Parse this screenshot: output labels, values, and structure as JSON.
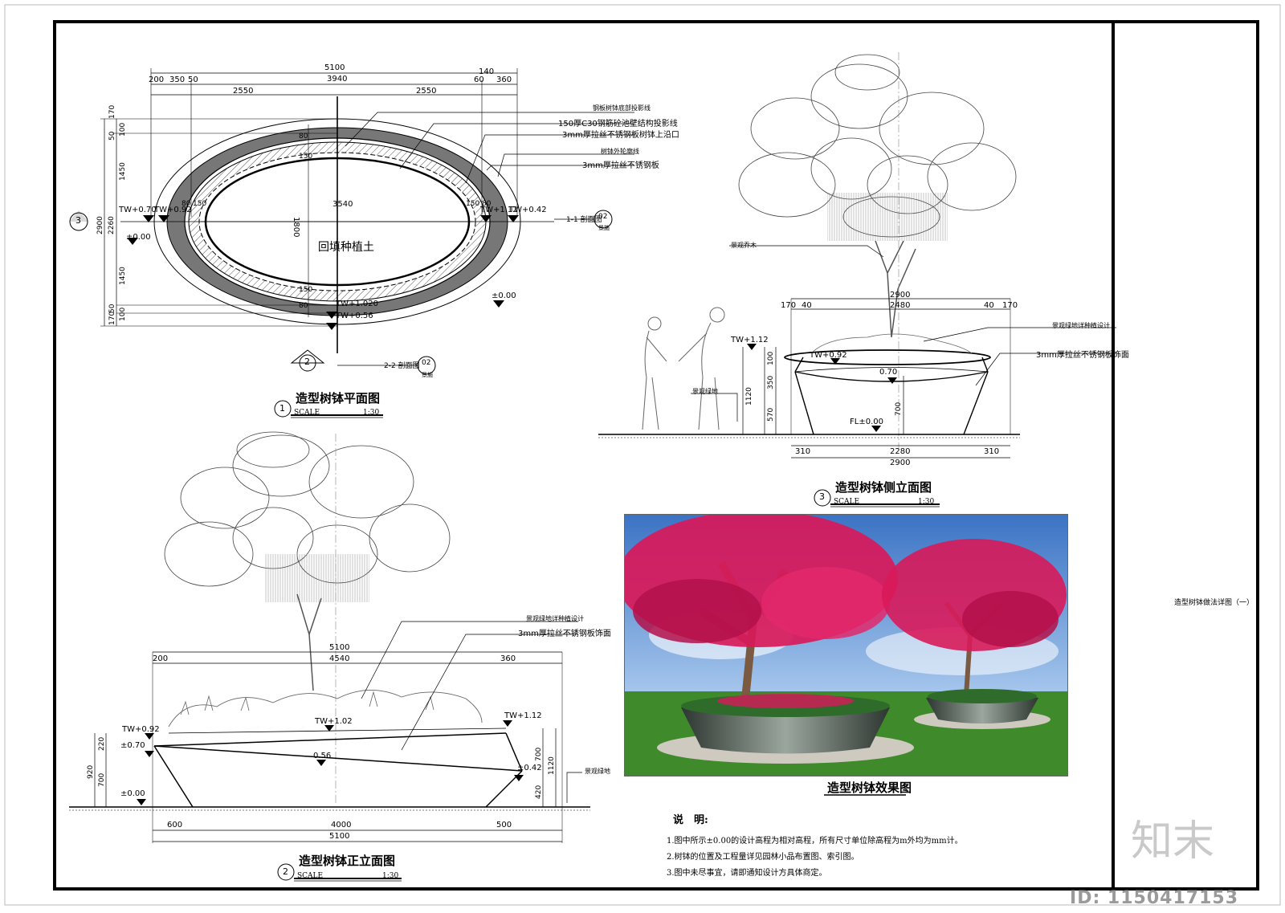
{
  "sheet": {
    "drawing_title": "造型树钵做法详图（一）",
    "watermark_id": "ID: 1150417153",
    "logo": "知末"
  },
  "plan": {
    "number": "1",
    "title": "造型树钵平面图",
    "scale_label": "SCALE",
    "scale_value": "1:30",
    "center_text": "回填种植土",
    "top_dims": [
      "5100",
      "200",
      "350",
      "50",
      "3940",
      "140",
      "60",
      "360",
      "2550",
      "2550"
    ],
    "inner_width": "3540",
    "inner_height": "1800",
    "left_dims": [
      "170",
      "50",
      "100",
      "1450",
      "2900",
      "2260",
      "1450",
      "170",
      "50",
      "100"
    ],
    "small_dims": [
      "80",
      "150",
      "80",
      "150",
      "80",
      "150",
      "150",
      "80"
    ],
    "levels": [
      "TW+0.70",
      "TW+0.92",
      "±0.00",
      "TW+1.12",
      "TW+0.42",
      "±0.00",
      "TW+1.020",
      "TW+0.56"
    ],
    "callouts": [
      "钢板树钵底部投影线",
      "150厚C30钢筋砼池壁结构投影线",
      "3mm厚拉丝不锈钢板树钵上沿口",
      "树钵外轮廓线",
      "3mm厚拉丝不锈钢板"
    ],
    "section_1": {
      "label": "1-1 剖面图",
      "sheet": "02",
      "sub": "景施"
    },
    "section_2": {
      "label": "2-2 剖面图",
      "sheet": "02",
      "sub": "景施"
    },
    "marker_3": "3",
    "marker_2": "2"
  },
  "side": {
    "number": "3",
    "title": "造型树钵侧立面图",
    "scale_label": "SCALE",
    "scale_value": "1:30",
    "top_dims": [
      "2900",
      "170",
      "40",
      "2480",
      "40",
      "170"
    ],
    "bottom_dims": [
      "310",
      "2280",
      "310",
      "2900"
    ],
    "left_dims": [
      "100",
      "350",
      "1120",
      "570",
      "700"
    ],
    "levels": [
      "TW+1.12",
      "TW+0.92",
      "0.70",
      "FL±0.00"
    ],
    "callouts": [
      "景观乔木",
      "景观绿地详种植设计",
      "3mm厚拉丝不锈钢板饰面",
      "景观绿地"
    ]
  },
  "front": {
    "number": "2",
    "title": "造型树钵正立面图",
    "scale_label": "SCALE",
    "scale_value": "1:30",
    "top_dims": [
      "5100",
      "200",
      "4540",
      "360"
    ],
    "bottom_dims": [
      "600",
      "4000",
      "500",
      "5100"
    ],
    "left_dims": [
      "220",
      "920",
      "700"
    ],
    "right_dims": [
      "700",
      "1120",
      "420"
    ],
    "levels": [
      "TW+0.92",
      "±0.70",
      "TW+1.02",
      "0.56",
      "TW+1.12",
      "±0.42",
      "±0.00"
    ],
    "callouts": [
      "景观绿地详种植设计",
      "3mm厚拉丝不锈钢板饰面",
      "景观绿地"
    ]
  },
  "render": {
    "caption": "造型树钵效果图",
    "colors": {
      "sky": "#5a8fd6",
      "foliage": "#d8195a",
      "grass": "#3f8a2a",
      "steel": "#4e5a52"
    }
  },
  "notes": {
    "heading": "说　明:",
    "items": [
      "1.图中所示±0.00的设计高程为相对高程，所有尺寸单位除高程为m外均为mm计。",
      "2.树钵的位置及工程量详见园林小品布置图、索引图。",
      "3.图中未尽事宜，请即通知设计方具体商定。"
    ]
  }
}
